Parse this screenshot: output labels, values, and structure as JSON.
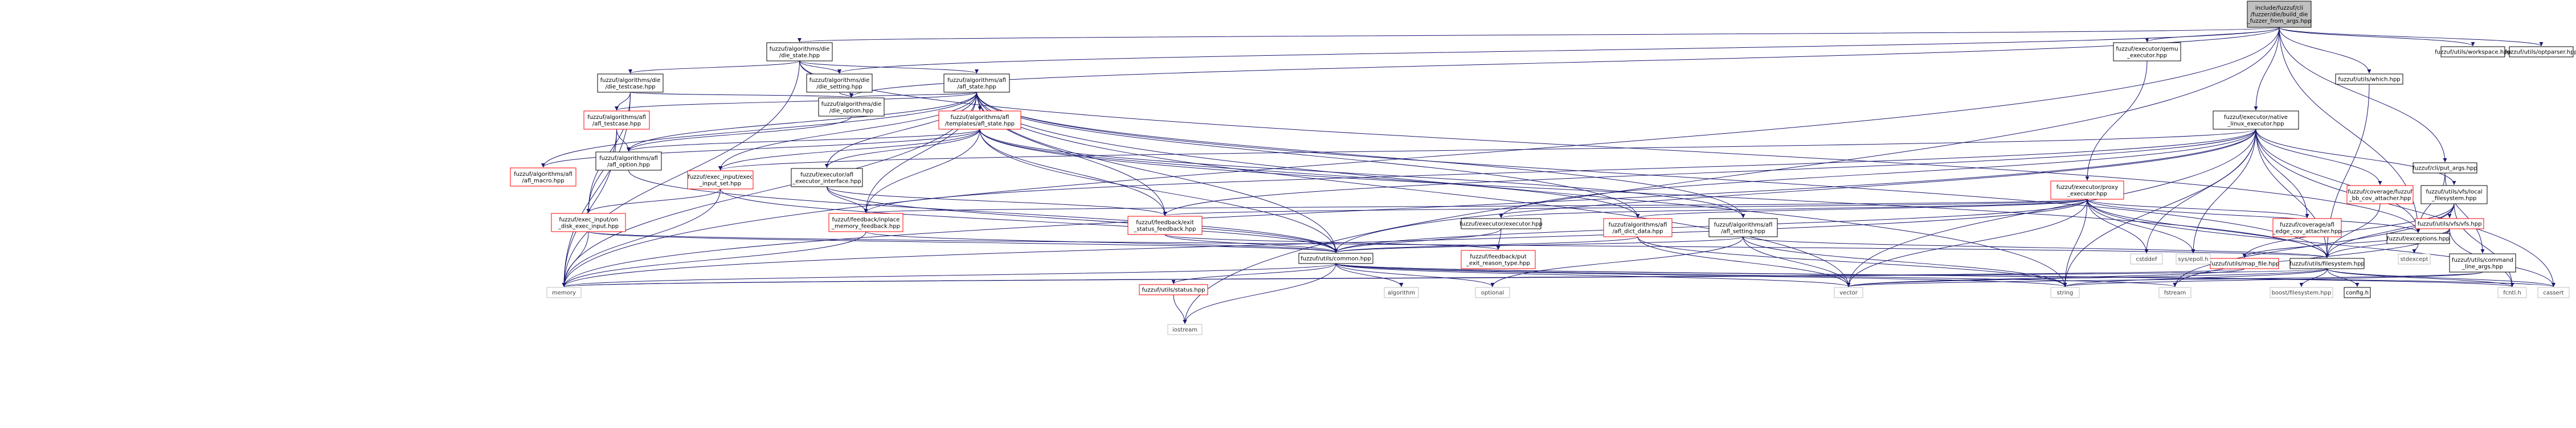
{
  "colors": {
    "node_fill": "#ffffff",
    "root_fill": "#bfbfbf",
    "node_border_black": "#000000",
    "node_border_red": "#ff0000",
    "system_border": "#bfbfbf",
    "system_text": "#404040",
    "edge": "#191970"
  },
  "nodes": [
    {
      "id": "root",
      "lines": [
        "include/fuzzuf/cli",
        "/fuzzer/die/build_die",
        "_fuzzer_from_args.hpp"
      ],
      "kind": "root"
    },
    {
      "id": "die_state",
      "lines": [
        "fuzzuf/algorithms/die",
        "/die_state.hpp"
      ],
      "kind": "normal"
    },
    {
      "id": "qemu_executor",
      "lines": [
        "fuzzuf/executor/qemu",
        "_executor.hpp"
      ],
      "kind": "normal"
    },
    {
      "id": "optparser",
      "lines": [
        "fuzzuf/utils/optparser.hpp"
      ],
      "kind": "normal"
    },
    {
      "id": "workspace",
      "lines": [
        "fuzzuf/utils/workspace.hpp"
      ],
      "kind": "normal"
    },
    {
      "id": "die_testcase",
      "lines": [
        "fuzzuf/algorithms/die",
        "/die_testcase.hpp"
      ],
      "kind": "normal"
    },
    {
      "id": "die_setting",
      "lines": [
        "fuzzuf/algorithms/die",
        "/die_setting.hpp"
      ],
      "kind": "normal"
    },
    {
      "id": "afl_state",
      "lines": [
        "fuzzuf/algorithms/afl",
        "/afl_state.hpp"
      ],
      "kind": "normal"
    },
    {
      "id": "which",
      "lines": [
        "fuzzuf/utils/which.hpp"
      ],
      "kind": "normal"
    },
    {
      "id": "die_option",
      "lines": [
        "fuzzuf/algorithms/die",
        "/die_option.hpp"
      ],
      "kind": "normal"
    },
    {
      "id": "afl_testcase",
      "lines": [
        "fuzzuf/algorithms/afl",
        "/afl_testcase.hpp"
      ],
      "kind": "red"
    },
    {
      "id": "templates_afl_state",
      "lines": [
        "fuzzuf/algorithms/afl",
        "/templates/afl_state.hpp"
      ],
      "kind": "red"
    },
    {
      "id": "native_linux_executor",
      "lines": [
        "fuzzuf/executor/native",
        "_linux_executor.hpp"
      ],
      "kind": "normal"
    },
    {
      "id": "afl_option",
      "lines": [
        "fuzzuf/algorithms/afl",
        "/afl_option.hpp"
      ],
      "kind": "normal"
    },
    {
      "id": "afl_macro",
      "lines": [
        "fuzzuf/algorithms/afl",
        "/afl_macro.hpp"
      ],
      "kind": "red"
    },
    {
      "id": "exec_input_set",
      "lines": [
        "fuzzuf/exec_input/exec",
        "_input_set.hpp"
      ],
      "kind": "red"
    },
    {
      "id": "executor_interface",
      "lines": [
        "fuzzuf/executor/afl",
        "_executor_interface.hpp"
      ],
      "kind": "normal"
    },
    {
      "id": "proxy_executor",
      "lines": [
        "fuzzuf/executor/proxy",
        "_executor.hpp"
      ],
      "kind": "red"
    },
    {
      "id": "bb_cov_attacher",
      "lines": [
        "fuzzuf/coverage/fuzzuf",
        "_bb_cov_attacher.hpp"
      ],
      "kind": "red"
    },
    {
      "id": "local_filesystem",
      "lines": [
        "fuzzuf/utils/vfs/local",
        "_filesystem.hpp"
      ],
      "kind": "normal"
    },
    {
      "id": "input_args",
      "lines": [
        "fuzzuf/cli/put_args.hpp"
      ],
      "kind": "normal"
    },
    {
      "id": "disk_exec_input",
      "lines": [
        "fuzzuf/exec_input/on",
        "_disk_exec_input.hpp"
      ],
      "kind": "red"
    },
    {
      "id": "inplace_memory_feedback",
      "lines": [
        "fuzzuf/feedback/inplace",
        "_memory_feedback.hpp"
      ],
      "kind": "red"
    },
    {
      "id": "exit_status_feedback",
      "lines": [
        "fuzzuf/feedback/exit",
        "_status_feedback.hpp"
      ],
      "kind": "red"
    },
    {
      "id": "executor_hpp",
      "lines": [
        "fuzzuf/executor/executor.hpp"
      ],
      "kind": "normal"
    },
    {
      "id": "afl_dict_data",
      "lines": [
        "fuzzuf/algorithms/afl",
        "/afl_dict_data.hpp"
      ],
      "kind": "red"
    },
    {
      "id": "afl_setting",
      "lines": [
        "fuzzuf/algorithms/afl",
        "/afl_setting.hpp"
      ],
      "kind": "normal"
    },
    {
      "id": "edge_cov_attacher",
      "lines": [
        "fuzzuf/coverage/afl",
        "_edge_cov_attacher.hpp"
      ],
      "kind": "red"
    },
    {
      "id": "vfs",
      "lines": [
        "fuzzuf/utils/vfs/vfs.hpp"
      ],
      "kind": "red"
    },
    {
      "id": "exceptions",
      "lines": [
        "fuzzuf/exceptions.hpp"
      ],
      "kind": "normal"
    },
    {
      "id": "filesystem",
      "lines": [
        "fuzzuf/utils/filesystem.hpp"
      ],
      "kind": "normal"
    },
    {
      "id": "command_line_args",
      "lines": [
        "fuzzuf/utils/command",
        "_line_args.hpp"
      ],
      "kind": "normal"
    },
    {
      "id": "common",
      "lines": [
        "fuzzuf/utils/common.hpp"
      ],
      "kind": "normal"
    },
    {
      "id": "exit_reason_type",
      "lines": [
        "fuzzuf/feedback/put",
        "_exit_reason_type.hpp"
      ],
      "kind": "red"
    },
    {
      "id": "map_file",
      "lines": [
        "fuzzuf/utils/map_file.hpp"
      ],
      "kind": "red"
    },
    {
      "id": "status",
      "lines": [
        "fuzzuf/utils/status.hpp"
      ],
      "kind": "red"
    },
    {
      "id": "boost_filesystem",
      "lines": [
        "boost/filesystem.hpp"
      ],
      "kind": "system"
    },
    {
      "id": "config",
      "lines": [
        "config.h"
      ],
      "kind": "normal"
    },
    {
      "id": "memory",
      "lines": [
        "memory"
      ],
      "kind": "system"
    },
    {
      "id": "iostream",
      "lines": [
        "iostream"
      ],
      "kind": "system"
    },
    {
      "id": "algorithm",
      "lines": [
        "algorithm"
      ],
      "kind": "system"
    },
    {
      "id": "optional",
      "lines": [
        "optional"
      ],
      "kind": "system"
    },
    {
      "id": "vector",
      "lines": [
        "vector"
      ],
      "kind": "system"
    },
    {
      "id": "string",
      "lines": [
        "string"
      ],
      "kind": "system"
    },
    {
      "id": "fstream",
      "lines": [
        "fstream"
      ],
      "kind": "system"
    },
    {
      "id": "fcntl",
      "lines": [
        "fcntl.h"
      ],
      "kind": "system"
    },
    {
      "id": "cassert",
      "lines": [
        "cassert"
      ],
      "kind": "system"
    },
    {
      "id": "stdexcept",
      "lines": [
        "stdexcept"
      ],
      "kind": "system"
    },
    {
      "id": "cstddef",
      "lines": [
        "cstddef"
      ],
      "kind": "system"
    },
    {
      "id": "sys_epoll",
      "lines": [
        "sys/epoll.h"
      ],
      "kind": "system"
    }
  ],
  "edges": [
    [
      "root",
      "die_state"
    ],
    [
      "root",
      "qemu_executor"
    ],
    [
      "root",
      "optparser"
    ],
    [
      "root",
      "workspace"
    ],
    [
      "root",
      "which"
    ],
    [
      "root",
      "native_linux_executor"
    ],
    [
      "root",
      "input_args"
    ],
    [
      "root",
      "exceptions"
    ],
    [
      "root",
      "die_option"
    ],
    [
      "root",
      "die_setting"
    ],
    [
      "root",
      "memory"
    ],
    [
      "root",
      "iostream"
    ],
    [
      "die_state",
      "die_testcase"
    ],
    [
      "die_state",
      "die_setting"
    ],
    [
      "die_state",
      "afl_state"
    ],
    [
      "die_state",
      "die_option"
    ],
    [
      "die_state",
      "exceptions"
    ],
    [
      "die_state",
      "memory"
    ],
    [
      "qemu_executor",
      "proxy_executor"
    ],
    [
      "die_testcase",
      "afl_testcase"
    ],
    [
      "die_testcase",
      "die_option"
    ],
    [
      "die_testcase",
      "memory"
    ],
    [
      "die_testcase",
      "disk_exec_input"
    ],
    [
      "die_setting",
      "die_option"
    ],
    [
      "afl_state",
      "templates_afl_state"
    ],
    [
      "afl_state",
      "afl_testcase"
    ],
    [
      "afl_state",
      "afl_option"
    ],
    [
      "afl_state",
      "afl_macro"
    ],
    [
      "afl_state",
      "exec_input_set"
    ],
    [
      "afl_state",
      "executor_interface"
    ],
    [
      "afl_state",
      "inplace_memory_feedback"
    ],
    [
      "afl_state",
      "exit_status_feedback"
    ],
    [
      "afl_state",
      "afl_dict_data"
    ],
    [
      "afl_state",
      "afl_setting"
    ],
    [
      "afl_state",
      "common"
    ],
    [
      "afl_state",
      "filesystem"
    ],
    [
      "afl_state",
      "memory"
    ],
    [
      "afl_state",
      "string"
    ],
    [
      "afl_state",
      "vector"
    ],
    [
      "afl_state",
      "die_option"
    ],
    [
      "which",
      "filesystem"
    ],
    [
      "die_option",
      "afl_option"
    ],
    [
      "afl_testcase",
      "afl_option"
    ],
    [
      "afl_testcase",
      "disk_exec_input"
    ],
    [
      "afl_testcase",
      "memory"
    ],
    [
      "templates_afl_state",
      "afl_macro"
    ],
    [
      "templates_afl_state",
      "exec_input_set"
    ],
    [
      "templates_afl_state",
      "executor_interface"
    ],
    [
      "templates_afl_state",
      "inplace_memory_feedback"
    ],
    [
      "templates_afl_state",
      "exit_status_feedback"
    ],
    [
      "templates_afl_state",
      "afl_dict_data"
    ],
    [
      "templates_afl_state",
      "afl_setting"
    ],
    [
      "templates_afl_state",
      "common"
    ],
    [
      "templates_afl_state",
      "afl_option"
    ],
    [
      "templates_afl_state",
      "filesystem"
    ],
    [
      "native_linux_executor",
      "executor_hpp"
    ],
    [
      "native_linux_executor",
      "bb_cov_attacher"
    ],
    [
      "native_linux_executor",
      "edge_cov_attacher"
    ],
    [
      "native_linux_executor",
      "local_filesystem"
    ],
    [
      "native_linux_executor",
      "exceptions"
    ],
    [
      "native_linux_executor",
      "common"
    ],
    [
      "native_linux_executor",
      "filesystem"
    ],
    [
      "native_linux_executor",
      "inplace_memory_feedback"
    ],
    [
      "native_linux_executor",
      "exit_status_feedback"
    ],
    [
      "native_linux_executor",
      "cstddef"
    ],
    [
      "native_linux_executor",
      "sys_epoll"
    ],
    [
      "native_linux_executor",
      "vector"
    ],
    [
      "native_linux_executor",
      "string"
    ],
    [
      "native_linux_executor",
      "memory"
    ],
    [
      "native_linux_executor",
      "cassert"
    ],
    [
      "native_linux_executor",
      "exec_input_set"
    ],
    [
      "afl_option",
      "common"
    ],
    [
      "exec_input_set",
      "disk_exec_input"
    ],
    [
      "exec_input_set",
      "common"
    ],
    [
      "exec_input_set",
      "memory"
    ],
    [
      "executor_interface",
      "inplace_memory_feedback"
    ],
    [
      "executor_interface",
      "exit_status_feedback"
    ],
    [
      "executor_interface",
      "common"
    ],
    [
      "proxy_executor",
      "executor_hpp"
    ],
    [
      "proxy_executor",
      "inplace_memory_feedback"
    ],
    [
      "proxy_executor",
      "exit_status_feedback"
    ],
    [
      "proxy_executor",
      "edge_cov_attacher"
    ],
    [
      "proxy_executor",
      "exceptions"
    ],
    [
      "proxy_executor",
      "common"
    ],
    [
      "proxy_executor",
      "filesystem"
    ],
    [
      "proxy_executor",
      "cstddef"
    ],
    [
      "proxy_executor",
      "sys_epoll"
    ],
    [
      "proxy_executor",
      "vector"
    ],
    [
      "proxy_executor",
      "string"
    ],
    [
      "proxy_executor",
      "memory"
    ],
    [
      "proxy_executor",
      "cassert"
    ],
    [
      "proxy_executor",
      "afl_dict_data"
    ],
    [
      "bb_cov_attacher",
      "filesystem"
    ],
    [
      "local_filesystem",
      "vfs"
    ],
    [
      "local_filesystem",
      "filesystem"
    ],
    [
      "local_filesystem",
      "map_file"
    ],
    [
      "local_filesystem",
      "fstream"
    ],
    [
      "local_filesystem",
      "fcntl"
    ],
    [
      "input_args",
      "exceptions"
    ],
    [
      "input_args",
      "command_line_args"
    ],
    [
      "disk_exec_input",
      "common"
    ],
    [
      "disk_exec_input",
      "filesystem"
    ],
    [
      "disk_exec_input",
      "memory"
    ],
    [
      "inplace_memory_feedback",
      "common"
    ],
    [
      "inplace_memory_feedback",
      "memory"
    ],
    [
      "exit_status_feedback",
      "exit_reason_type"
    ],
    [
      "exit_status_feedback",
      "common"
    ],
    [
      "executor_hpp",
      "common"
    ],
    [
      "executor_hpp",
      "exit_reason_type"
    ],
    [
      "afl_dict_data",
      "common"
    ],
    [
      "afl_dict_data",
      "vector"
    ],
    [
      "afl_dict_data",
      "string"
    ],
    [
      "afl_setting",
      "common"
    ],
    [
      "afl_setting",
      "vector"
    ],
    [
      "afl_setting",
      "string"
    ],
    [
      "afl_setting",
      "optional"
    ],
    [
      "afl_setting",
      "filesystem"
    ],
    [
      "vfs",
      "filesystem"
    ],
    [
      "vfs",
      "map_file"
    ],
    [
      "vfs",
      "fstream"
    ],
    [
      "vfs",
      "fcntl"
    ],
    [
      "exceptions",
      "stdexcept"
    ],
    [
      "filesystem",
      "boost_filesystem"
    ],
    [
      "filesystem",
      "config"
    ],
    [
      "filesystem",
      "string"
    ],
    [
      "filesystem",
      "memory"
    ],
    [
      "filesystem",
      "vector"
    ],
    [
      "filesystem",
      "cassert"
    ],
    [
      "filesystem",
      "fcntl"
    ],
    [
      "command_line_args",
      "string"
    ],
    [
      "command_line_args",
      "vector"
    ],
    [
      "common",
      "status"
    ],
    [
      "common",
      "memory"
    ],
    [
      "common",
      "algorithm"
    ],
    [
      "common",
      "optional"
    ],
    [
      "common",
      "vector"
    ],
    [
      "common",
      "string"
    ],
    [
      "common",
      "fstream"
    ],
    [
      "common",
      "iostream"
    ],
    [
      "common",
      "fcntl"
    ],
    [
      "common",
      "cassert"
    ],
    [
      "map_file",
      "memory"
    ],
    [
      "map_file",
      "vector"
    ],
    [
      "status",
      "iostream"
    ]
  ]
}
